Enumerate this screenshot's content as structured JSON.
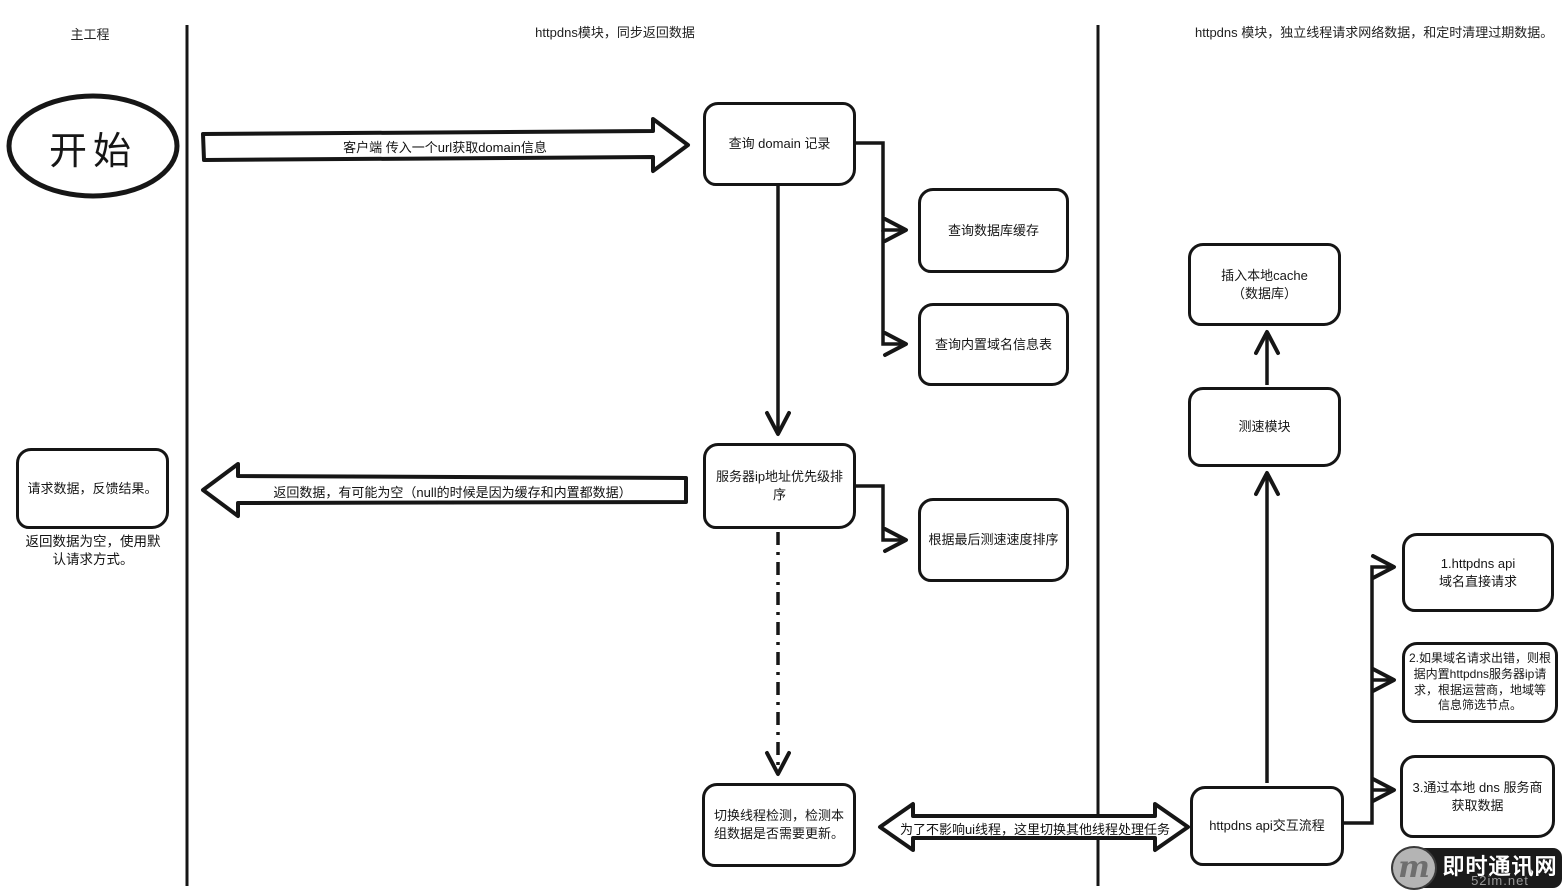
{
  "diagram": {
    "lanes": {
      "left_title": "主工程",
      "middle_title": "httpdns模块，同步返回数据",
      "right_title": "httpdns 模块，独立线程请求网络数据，和定时清理过期数据。"
    },
    "nodes": {
      "start": "开始",
      "query_domain": "查询 domain 记录",
      "query_db_cache": "查询数据库缓存",
      "query_builtin_table": "查询内置域名信息表",
      "ip_priority_sort": "服务器ip地址优先级排序",
      "sort_by_last_speed": "根据最后测速速度排序",
      "request_feedback": "请求数据，反馈结果。",
      "empty_fallback_note": "返回数据为空，使用默认请求方式。",
      "switch_thread_check": "切换线程检测，检测本组数据是否需要更新。",
      "insert_cache_line1": "插入本地cache",
      "insert_cache_line2": "（数据库）",
      "speed_test_module": "测速模块",
      "httpdns_api_flow": "httpdns api交互流程",
      "api_step1_line1": "1.httpdns api",
      "api_step1_line2": "域名直接请求",
      "api_step2": "2.如果域名请求出错，则根据内置httpdns服务器ip请求，根据运营商，地域等信息筛选节点。",
      "api_step3_line1": "3.通过本地 dns 服务商",
      "api_step3_line2": "获取数据"
    },
    "edge_labels": {
      "client_request": "客户端 传入一个url获取domain信息",
      "return_data": "返回数据，有可能为空（null的时候是因为缓存和内置都数据）",
      "thread_switch": "为了不影响ui线程，这里切换其他线程处理任务"
    }
  },
  "watermark": {
    "logo_letter": "m",
    "site_name": "即时通讯网",
    "site_url": "52im.net"
  },
  "colors": {
    "ink": "#161616",
    "background": "#ffffff",
    "watermark_bg": "#1b1b1b",
    "watermark_circle": "#b4b4b4",
    "watermark_letter": "#6e6e6e",
    "watermark_url": "#999999"
  }
}
